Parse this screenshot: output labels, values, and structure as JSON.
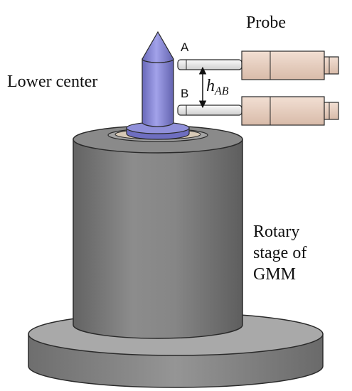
{
  "labels": {
    "probe": "Probe",
    "lower_center": "Lower center",
    "point_a": "A",
    "point_b": "B",
    "height_symbol": "h",
    "height_subscript": "AB",
    "rotary_stage_lines": [
      "Rotary",
      "stage of",
      "GMM"
    ]
  },
  "colors": {
    "stage_gray": "#7c7c7c",
    "base_gray": "#8e8e8e",
    "center_purple": "#8a8ad8",
    "probe_tan": "#ead2c4",
    "outline": "#2a2a2a"
  }
}
